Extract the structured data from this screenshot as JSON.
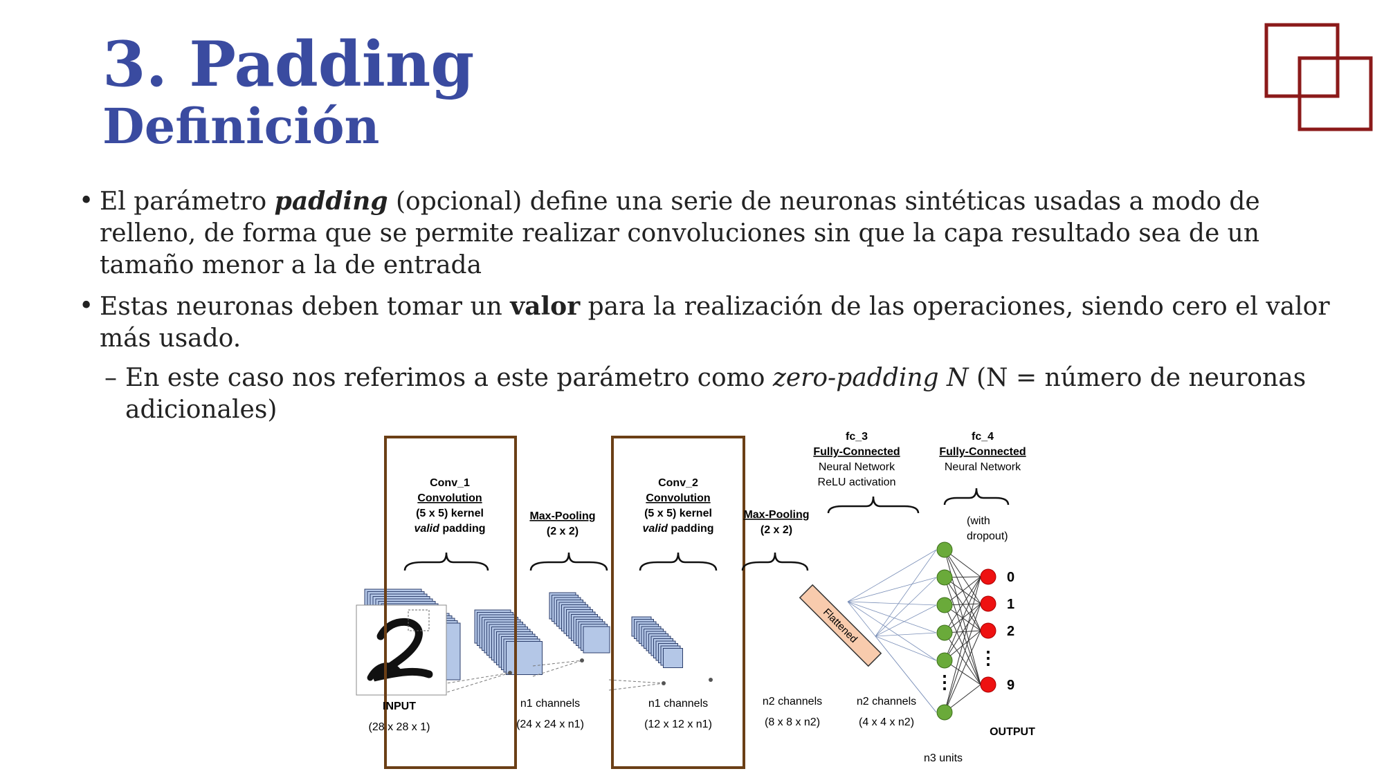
{
  "slide": {
    "title": "3. Padding",
    "subtitle": "Definición",
    "accent_color": "#3a4ba0",
    "logo_color": "#8b1a1a"
  },
  "bullets": [
    {
      "pre": "El parámetro ",
      "emph": "padding",
      "post": " (opcional) define una serie de neuronas sintéticas usadas a modo de relleno, de forma que se permite realizar convoluciones sin que la capa resultado sea de un tamaño menor a la de entrada"
    },
    {
      "pre": "Estas neuronas deben tomar un ",
      "emph": "valor",
      "post": " para la realización de las operaciones, siendo cero el valor más usado."
    },
    {
      "pre": "En este caso nos referimos a este parámetro como ",
      "emph": "zero-padding N",
      "post": " (N = número de neuronas adicionales)"
    }
  ],
  "diagram": {
    "conv1": [
      "Conv_1",
      "Convolution",
      "(5 x 5) kernel",
      "valid",
      " padding"
    ],
    "pool1": [
      "Max-Pooling",
      "(2 x 2)"
    ],
    "conv2": [
      "Conv_2",
      "Convolution",
      "(5 x 5) kernel",
      "valid",
      " padding"
    ],
    "pool2": [
      "Max-Pooling",
      "(2 x 2)"
    ],
    "fc3": [
      "fc_3",
      "Fully-Connected",
      "Neural Network",
      "ReLU activation"
    ],
    "fc4": [
      "fc_4",
      "Fully-Connected",
      "Neural Network"
    ],
    "dropout": [
      "(with",
      "dropout)"
    ],
    "flattened": "Flattened",
    "input_label": [
      "INPUT",
      "(28 x 28 x 1)"
    ],
    "stage1_label": [
      "n1 channels",
      "(24 x 24 x n1)"
    ],
    "stage2_label": [
      "n1 channels",
      "(12 x 12 x n1)"
    ],
    "stage3_label": [
      "n2 channels",
      "(8 x 8 x n2)"
    ],
    "stage4_label": [
      "n2 channels",
      "(4 x 4 x n2)"
    ],
    "units_label": "n3 units",
    "output_label": "OUTPUT",
    "outputs": [
      "0",
      "1",
      "2",
      "9"
    ],
    "colors": {
      "box": "#6b3f16",
      "layer": "#b4c7e7",
      "hidden": "#6aaa3a",
      "output": "#ee1111",
      "flatten": "#f8cbad"
    }
  }
}
